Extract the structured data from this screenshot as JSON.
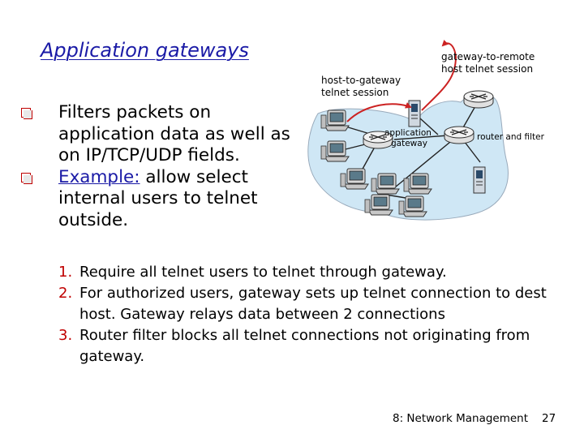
{
  "slide": {
    "title": "Application gateways",
    "bullets": [
      {
        "text": "Filters packets on application data as well as on IP/TCP/UDP fields."
      },
      {
        "prefix": "Example:",
        "text": " allow select internal users to telnet outside."
      }
    ],
    "steps": [
      {
        "num": "1.",
        "text": "Require all telnet users to telnet through gateway."
      },
      {
        "num": "2.",
        "text": "For authorized users, gateway sets up telnet connection to dest host. Gateway relays data between 2 connections"
      },
      {
        "num": "3.",
        "text": "Router filter blocks all telnet connections not originating from gateway."
      }
    ],
    "footer": "8: Network Management",
    "page_number": "27"
  },
  "diagram": {
    "labels": {
      "host_to_gateway": [
        "host-to-gateway",
        "telnet session"
      ],
      "gateway_to_remote": [
        "gateway-to-remote",
        "host telnet session"
      ],
      "application_gateway": [
        "application",
        "gateway"
      ],
      "router_filter": "router and filter"
    },
    "colors": {
      "network_cloud": "#cfe7f5",
      "session_arrow": "#cc2222",
      "title": "#1a1aa6",
      "bullet_mark": "#c00000"
    }
  }
}
